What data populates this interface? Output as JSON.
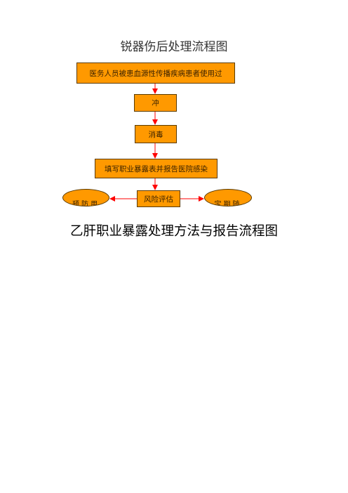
{
  "title": "锐器伤后处理流程图",
  "nodes": {
    "exposure": "医务人员被患血源性传播疾病患者使用过",
    "flush": "冲",
    "disinfect": "消毒",
    "report": "填写职业暴露表并报告医院感染",
    "risk_assessment": "风险评估",
    "left_outcome": "预防用",
    "right_outcome": "定期随"
  },
  "subtitle": "乙肝职业暴露处理方法与报告流程图",
  "colors": {
    "node_fill": "#ff9900",
    "node_border": "#5a3a00",
    "arrow": "#ff0000"
  }
}
